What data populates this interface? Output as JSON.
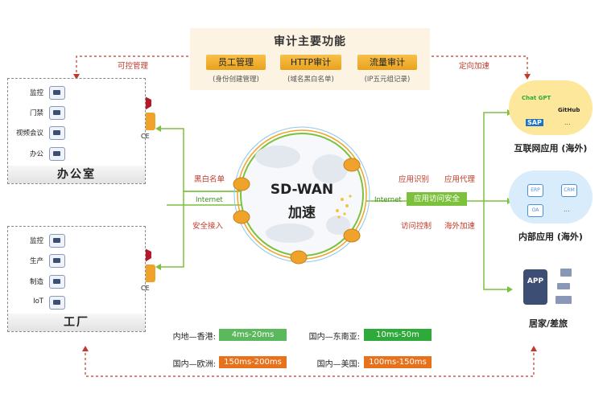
{
  "center": {
    "line1": "SD-WAN",
    "line2": "加速"
  },
  "functions": {
    "title": "审计主要功能",
    "items": [
      {
        "label": "员工管理",
        "sub": "(身份创建管理)"
      },
      {
        "label": "HTTP审计",
        "sub": "(域名黑白名单)"
      },
      {
        "label": "流量审计",
        "sub": "(IP五元组记录)"
      }
    ]
  },
  "top_links": {
    "left": "可控管理",
    "right": "定向加速"
  },
  "office": {
    "title": "办公室",
    "items": [
      "监控",
      "门禁",
      "视频会议",
      "办公"
    ],
    "ce": "CE"
  },
  "factory": {
    "title": "工厂",
    "items": [
      "监控",
      "生产",
      "制造",
      "IoT"
    ],
    "ce": "CE"
  },
  "left_labels": {
    "top": "黑白名单",
    "mid": "Internet",
    "bottom": "安全接入"
  },
  "right_labels": {
    "top1": "应用识别",
    "top2": "应用代理",
    "mid": "Internet",
    "bar": "应用访问安全",
    "bot1": "访问控制",
    "bot2": "海外加速"
  },
  "destinations": {
    "internet_apps": {
      "label": "互联网应用 (海外)",
      "apps": [
        "Chat GPT",
        "GitHub",
        "SAP",
        "..."
      ]
    },
    "internal_apps": {
      "label": "内部应用 (海外)",
      "apps": [
        "ERP",
        "CRM",
        "OA",
        "..."
      ]
    },
    "home": {
      "label": "居家/差旅",
      "app": "APP"
    }
  },
  "latency": [
    {
      "region": "内地—香港:",
      "value": "4ms-20ms",
      "color": "#5cb85c"
    },
    {
      "region": "国内—东南亚:",
      "value": "10ms-50m",
      "color": "#2eaa3a"
    },
    {
      "region": "国内—欧洲:",
      "value": "150ms-200ms",
      "color": "#e8711c"
    },
    {
      "region": "国内—美国:",
      "value": "100ms-150ms",
      "color": "#e8711c"
    }
  ],
  "colors": {
    "accent_orange": "#f0a32a",
    "accent_green": "#7cc13c",
    "dashed_red": "#c0392b"
  }
}
